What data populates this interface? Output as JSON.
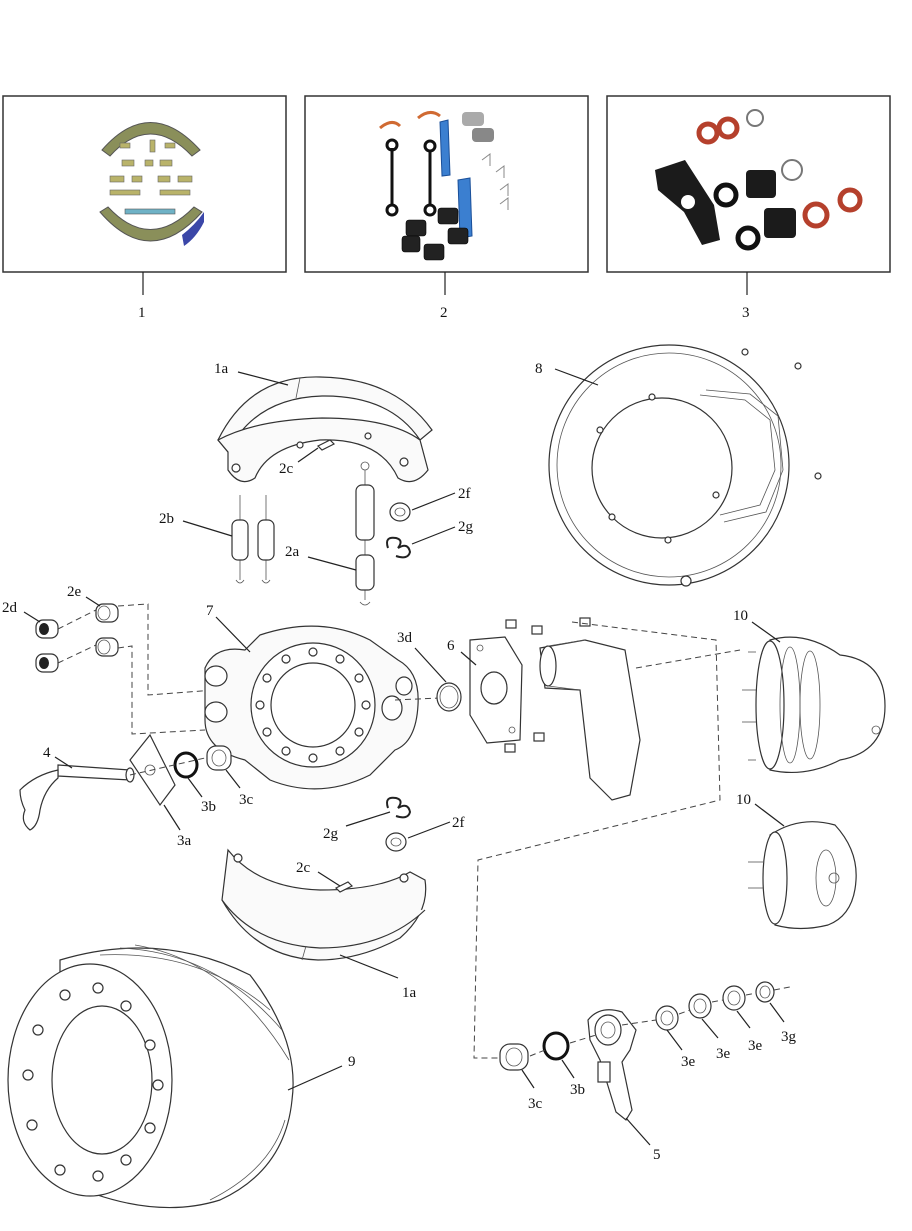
{
  "kits": [
    {
      "label": "1"
    },
    {
      "label": "2"
    },
    {
      "label": "3"
    }
  ],
  "callouts": {
    "shoe_top": "1a",
    "shoe_bottom": "1a",
    "spring_2a": "2a",
    "springs_2b": "2b",
    "pin_2c_top": "2c",
    "pin_2c_bottom": "2c",
    "bush_2d": "2d",
    "bush_2e": "2e",
    "roller_2f_top": "2f",
    "roller_2f_bottom": "2f",
    "clip_2g_top": "2g",
    "clip_2g_bottom": "2g",
    "shield_3a": "3a",
    "seal_3b_left": "3b",
    "seal_3b_right": "3b",
    "bush_3c_left": "3c",
    "bush_3c_right": "3c",
    "ring_3d": "3d",
    "washer_3e_1": "3e",
    "washer_3e_2": "3e",
    "washer_3e_3": "3e",
    "snap_3g": "3g",
    "camshaft": "4",
    "slack_adjuster": "5",
    "gasket": "6",
    "spider": "7",
    "dust_shield": "8",
    "drum": "9",
    "chamber_upper": "10",
    "chamber_lower": "10"
  }
}
